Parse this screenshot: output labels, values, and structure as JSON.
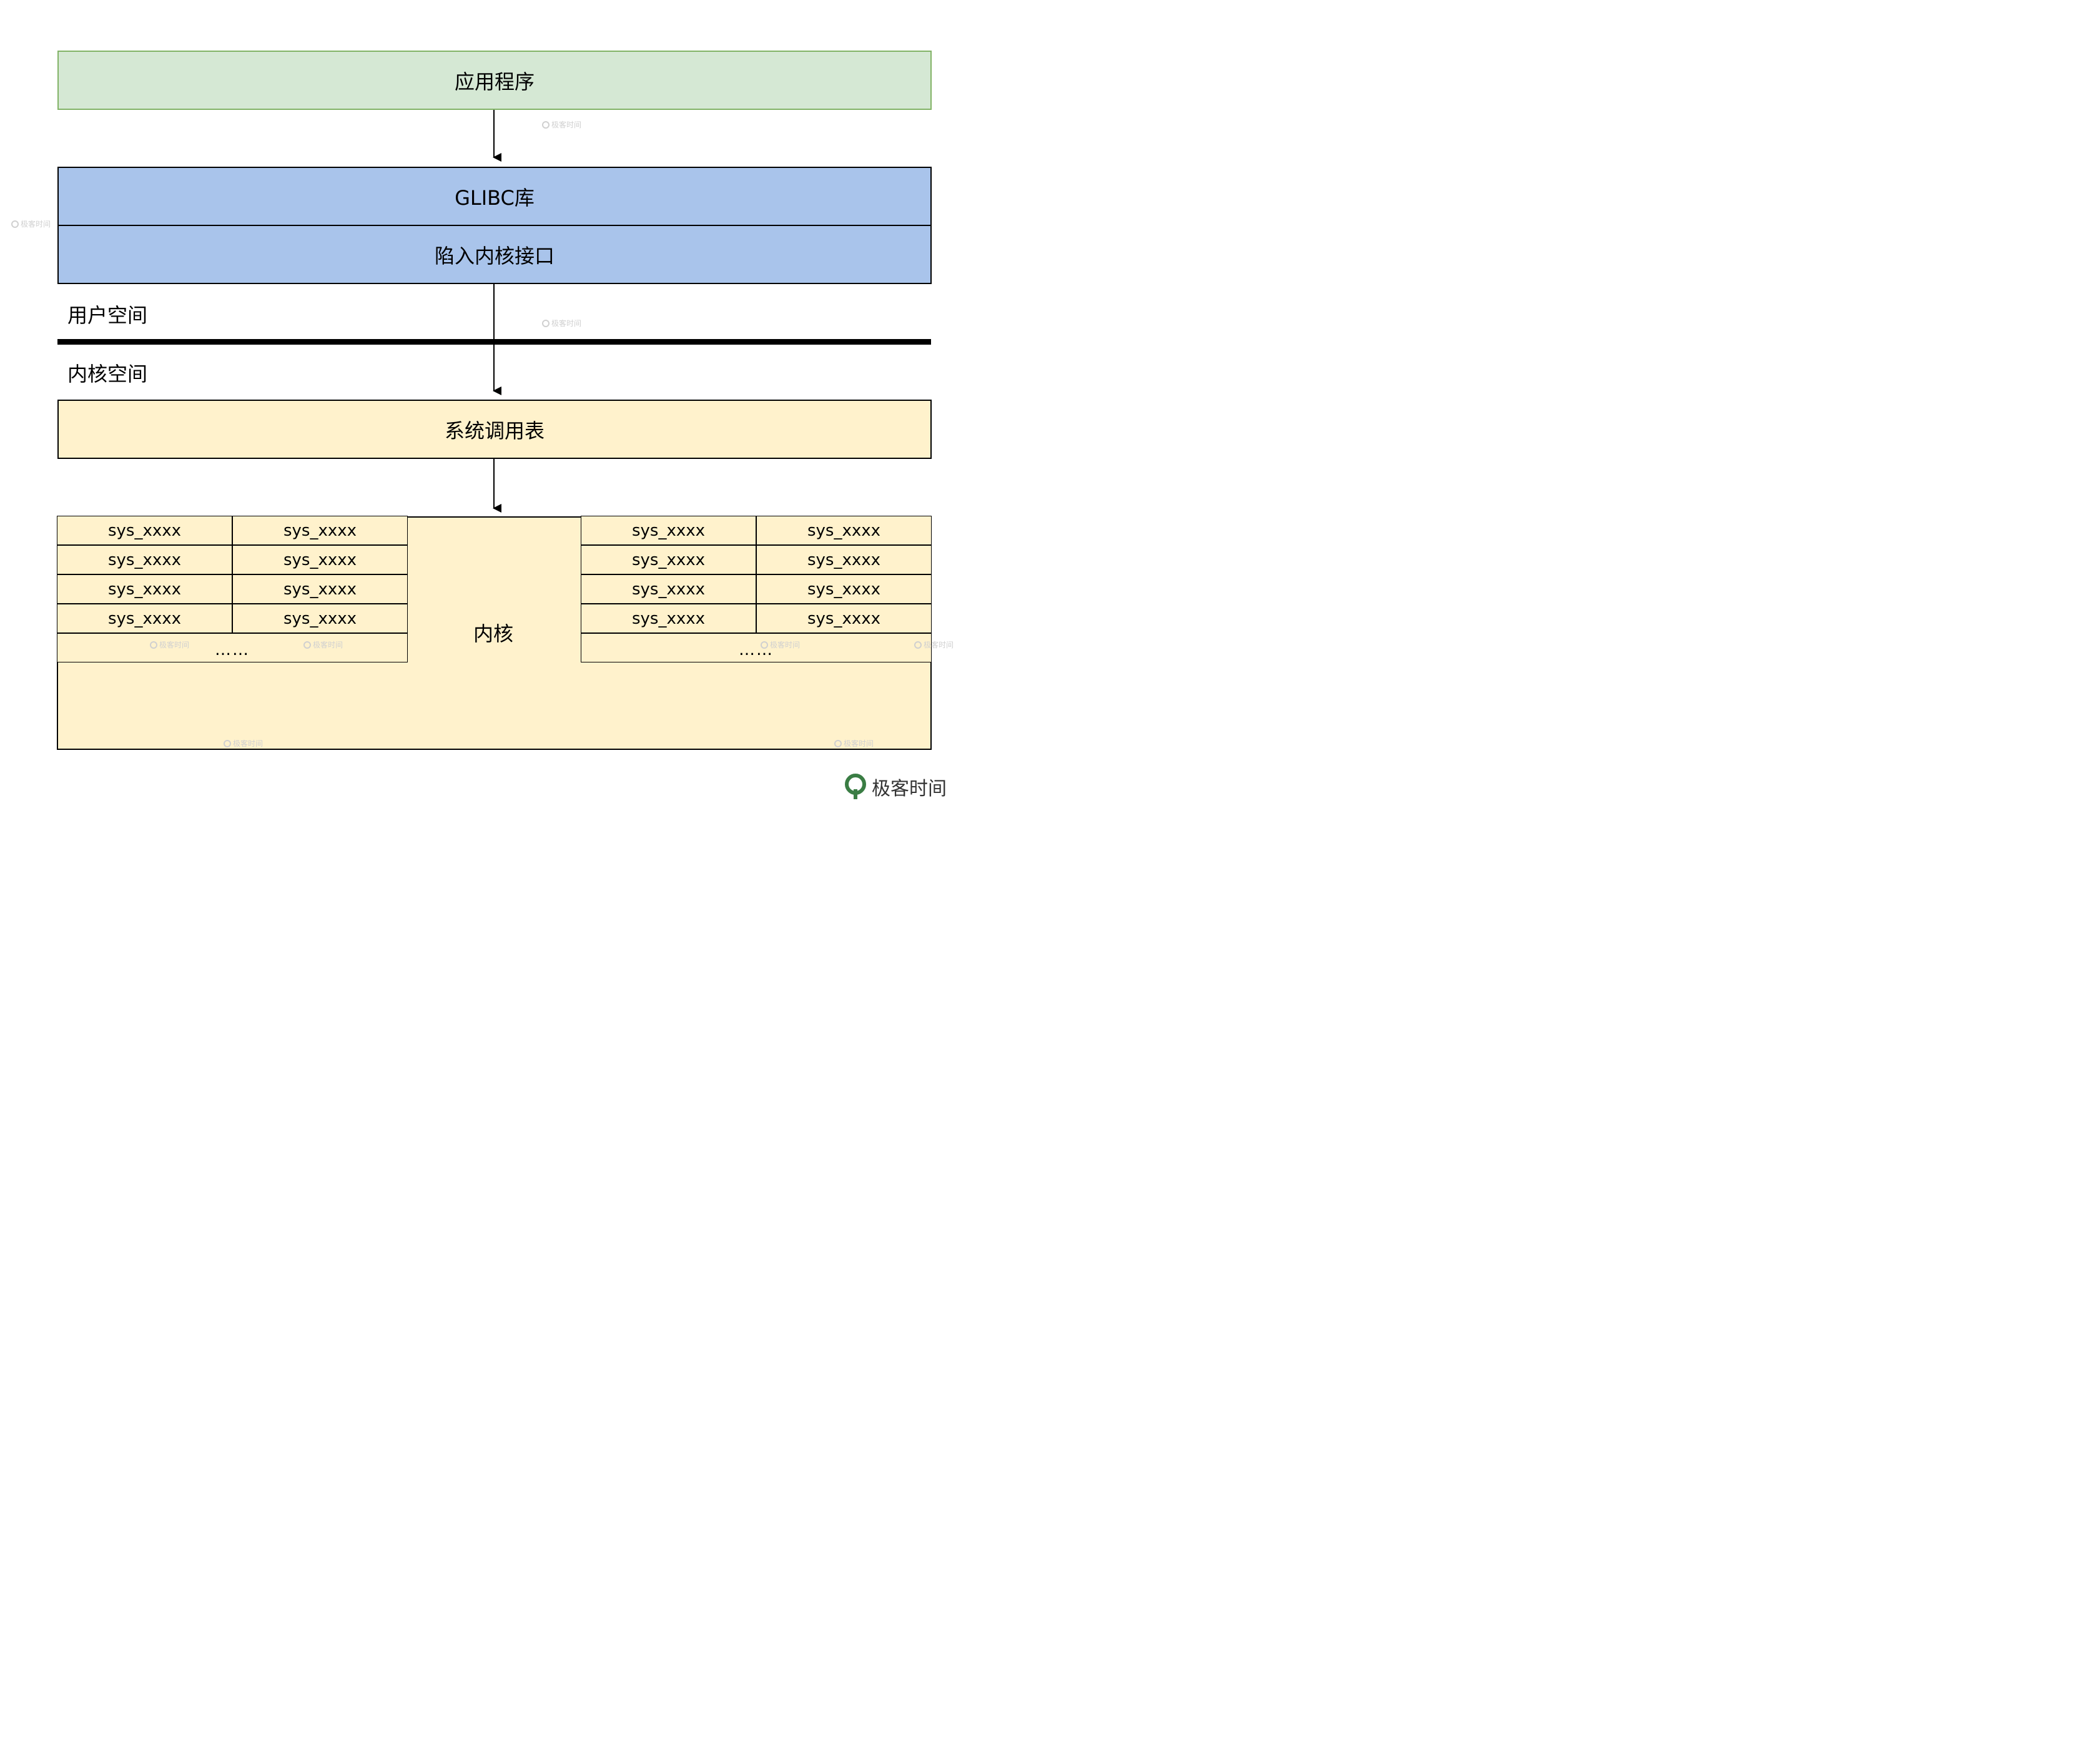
{
  "boxes": {
    "application": "应用程序",
    "glibc": "GLIBC库",
    "trap_interface": "陷入内核接口",
    "syscall_table": "系统调用表"
  },
  "regions": {
    "user_space": "用户空间",
    "kernel_space": "内核空间"
  },
  "kernel": {
    "label": "内核",
    "left_group": [
      "sys_xxxx",
      "sys_xxxx",
      "sys_xxxx",
      "sys_xxxx",
      "sys_xxxx",
      "sys_xxxx",
      "sys_xxxx",
      "sys_xxxx"
    ],
    "right_group": [
      "sys_xxxx",
      "sys_xxxx",
      "sys_xxxx",
      "sys_xxxx",
      "sys_xxxx",
      "sys_xxxx",
      "sys_xxxx",
      "sys_xxxx"
    ],
    "ellipsis": "……"
  },
  "brand": {
    "name": "极客时间",
    "icon": "geektime-logo-icon",
    "color": "#3a7d44"
  },
  "watermark": "极客时间"
}
